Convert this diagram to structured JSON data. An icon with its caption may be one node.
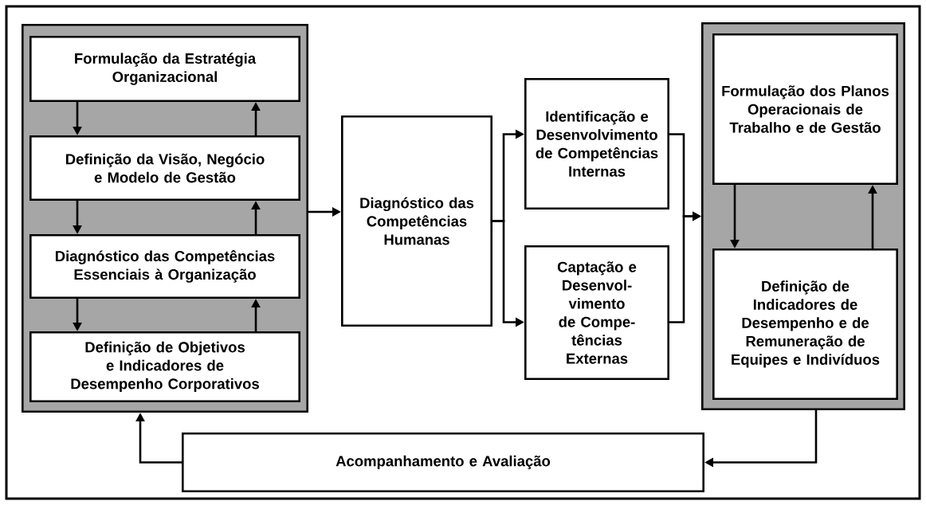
{
  "diagram": {
    "nodes": [
      {
        "text": [],
        "shape": "box"
      },
      {
        "text": [
          "Formulação da Estratégia Organizacional"
        ],
        "in": 0
      },
      {
        "text": [
          "Definição da Visão, Negócio e Modelo de Gestão"
        ],
        "in": 0
      },
      {
        "text": [
          "Diagnóstico das Competências Essenciais à Organização"
        ],
        "in": 0
      },
      {
        "text": [
          "Definição de Objetivos e Indicadores de Desempenho Corporativos"
        ],
        "in": 0
      },
      {
        "text": [
          "Diagnóstico das Competências Humanas"
        ]
      },
      {
        "text": [
          "Identificação e Desenvolvimento de Competências Internas"
        ]
      },
      {
        "text": [
          "Captação e Desenvol- vimento de Compe- tências Externas"
        ]
      },
      {
        "text": [],
        "shape": "box"
      },
      {
        "text": [
          "Formulação dos Planos Operacionais de Trabalho e de Gestão"
        ],
        "in": 8
      },
      {
        "text": [
          "Definição de Indicadores de Desempenho e de Remuneração de Equipes e Indivíduos"
        ],
        "in": 8
      },
      {
        "text": [
          "Acompanhamento e Avaliação"
        ]
      }
    ],
    "edges": [
      {
        "from": 1,
        "to": 2,
        "arrow": "to"
      },
      {
        "from": 2,
        "to": 1,
        "arrow": "to"
      },
      {
        "from": 2,
        "to": 3,
        "arrow": "to"
      },
      {
        "from": 3,
        "to": 2,
        "arrow": "to"
      },
      {
        "from": 3,
        "to": 4,
        "arrow": "to"
      },
      {
        "from": 4,
        "to": 3,
        "arrow": "to"
      },
      {
        "from": 0,
        "to": 5,
        "arrow": "to"
      },
      {
        "from": 5,
        "to": 6,
        "arrow": "to"
      },
      {
        "from": 5,
        "to": 7,
        "arrow": "to"
      },
      {
        "from": 6,
        "to": 8,
        "arrow": "to"
      },
      {
        "from": 7,
        "to": 8,
        "arrow": "to"
      },
      {
        "from": 9,
        "to": 10,
        "arrow": "to"
      },
      {
        "from": 10,
        "to": 9,
        "arrow": "to"
      },
      {
        "from": 8,
        "to": 11,
        "arrow": "to"
      },
      {
        "from": 11,
        "to": 0,
        "arrow": "to"
      }
    ]
  }
}
